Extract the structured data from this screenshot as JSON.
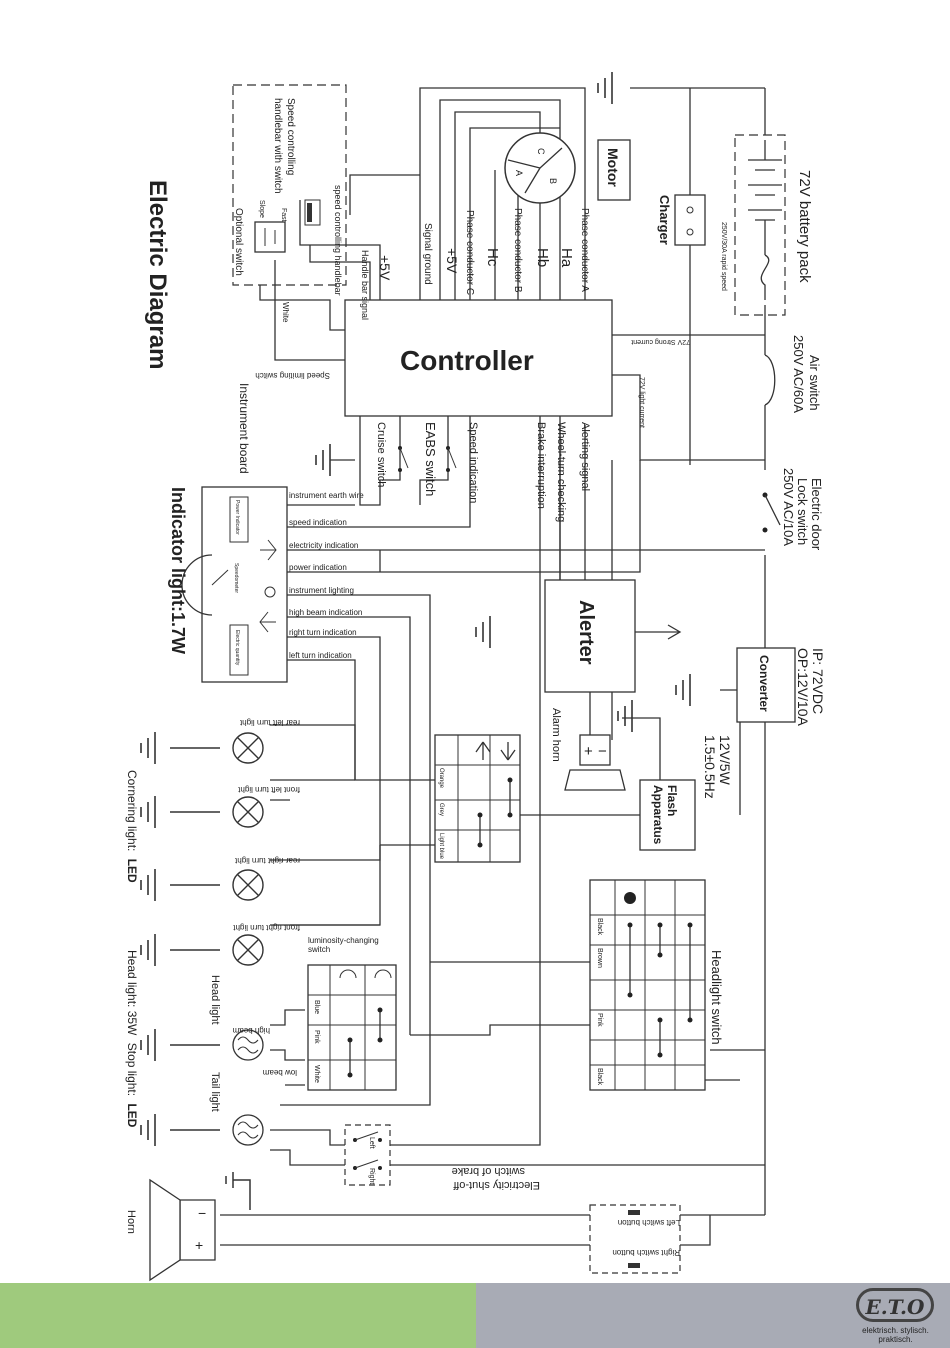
{
  "title": "Electric Diagram",
  "indicator_title": "Indicator light:1.7W",
  "controller": {
    "label": "Controller",
    "top_labels": [
      "Phase conductor A",
      "Phase conductor B",
      "Phase conductor C",
      "Signal ground"
    ],
    "ha": "Ha",
    "hb": "Hb",
    "hc": "Hc",
    "plus5v_a": "+5V",
    "plus5v_b": "+5V",
    "handle_bar_signal": "Handle bar signal",
    "strong_current": "72V Strong current",
    "light_current": "72V light current",
    "speed_limiting_switch": "Speed limiting switch",
    "white": "White",
    "bottom_labels": [
      "Brake interruption",
      "Wheel-turn checking",
      "Alerting signal",
      "Speed indication"
    ],
    "eabs_switch": "EABS switch",
    "cruise_switch": "Cruise switch"
  },
  "motor": {
    "label": "Motor",
    "phases": [
      "A",
      "B",
      "C"
    ]
  },
  "battery": {
    "label": "72V battery pack",
    "fuse": "250V/30A rapid speed"
  },
  "charger": "Charger",
  "air_switch": {
    "label": "Air switch",
    "rating": "250V AC/60A"
  },
  "door_switch": {
    "line1": "Electric door",
    "line2": "Lock switch",
    "rating": "250V  AC/10A"
  },
  "converter": {
    "label": "Converter",
    "ip": "IP: 72VDC",
    "op": "OP:12V/10A"
  },
  "alerter": {
    "label": "Alerter",
    "horn": "Alarm horn",
    "polarity": [
      "+",
      "−"
    ]
  },
  "flash": {
    "label_line1": "Flash",
    "label_line2": "Apparatus",
    "spec1": "12V/5W",
    "spec2": "1.5±0.5Hz"
  },
  "throttle": {
    "title1": "Speed controlling",
    "title2": "handlebar with switch",
    "optional": "Optional switch",
    "fast": "Fast",
    "slope": "Slope",
    "speed_handlebar": "speed controlling handlebar"
  },
  "instrument": {
    "label": "Instrument board",
    "power_indicator": "Power Indicator",
    "speedometer": "Speedometer",
    "electric_quantity": "Electric quantity",
    "lines": [
      "instrument earth wire",
      "speed indication",
      "electricity indication",
      "power indication",
      "instrument lighting",
      "high beam indication",
      "right turn indication",
      "left turn indication"
    ]
  },
  "turn_switch": {
    "cols": [
      "Orange",
      "Grey",
      "Light blue"
    ]
  },
  "lights": {
    "rear_left": "rear left turn light",
    "front_left": "front left turn light",
    "rear_right": "rear right turn light",
    "front_right": "front right turn light",
    "cornering": "Cornering light:",
    "cornering_val": "LED",
    "head_light": "Head light",
    "head_light_spec": "Head light: 35W",
    "stop_light": "Stop light:",
    "stop_light_val": "LED",
    "tail_light": "Tail light",
    "high_beam": "high beam",
    "low_beam": "low beam"
  },
  "lum_switch": {
    "label1": "luminosity-changing",
    "label2": "switch",
    "rows": [
      "Blue",
      "Pink",
      "White"
    ]
  },
  "headlight_switch": {
    "label": "Headlight switch",
    "rows": [
      "Black",
      "Brown",
      "Pink",
      "Black"
    ]
  },
  "brake_switch": {
    "label1": "Electricity shut-off",
    "label2": "switch of brake",
    "left": "Left",
    "right": "Right"
  },
  "horn": {
    "label": "Horn"
  },
  "horn_buttons": {
    "left": "Left switch button",
    "right": "Right switch button"
  },
  "brand": {
    "logo": "E.T.O",
    "tagline": "elektrisch. stylisch. praktisch."
  },
  "colors": {
    "footer_green": "#9fca7d",
    "footer_grey": "#a8abb5"
  }
}
